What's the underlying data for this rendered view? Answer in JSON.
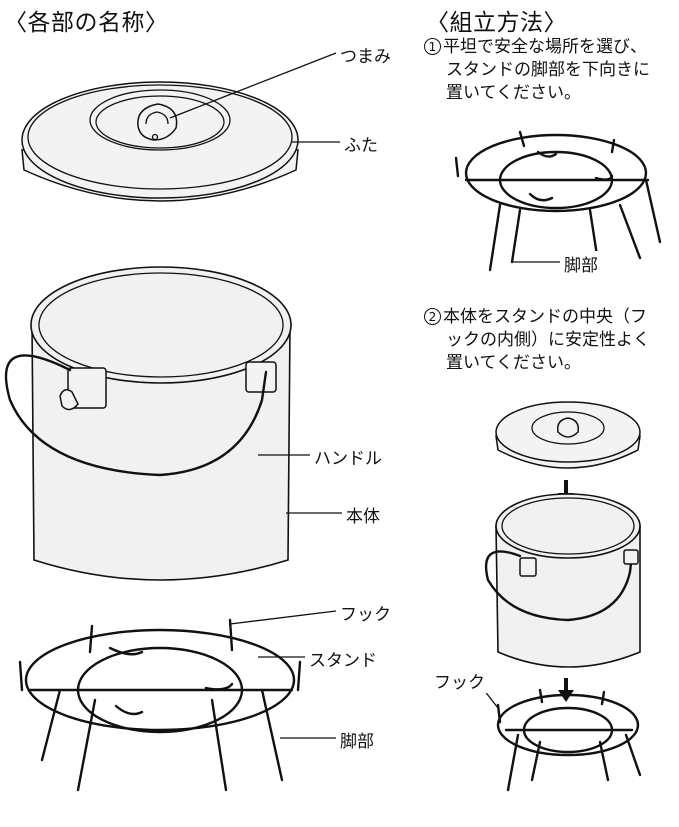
{
  "parts_section": {
    "heading": "〈各部の名称〉"
  },
  "assembly_section": {
    "heading": "〈組立方法〉"
  },
  "part_labels": {
    "knob": "つまみ",
    "lid": "ふた",
    "handle": "ハンドル",
    "main_body": "本体",
    "hook": "フック",
    "stand": "スタンド",
    "legs": "脚部"
  },
  "steps": [
    {
      "number": "1",
      "lines": [
        "平坦で安全な場所を選び、",
        "スタンドの脚部を下向きに",
        "置いてください。"
      ],
      "callout": "脚部"
    },
    {
      "number": "2",
      "lines": [
        "本体をスタンドの中央（フ",
        "ックの内側）に安定性よく",
        "置いてください。"
      ],
      "callout": "フック"
    }
  ]
}
